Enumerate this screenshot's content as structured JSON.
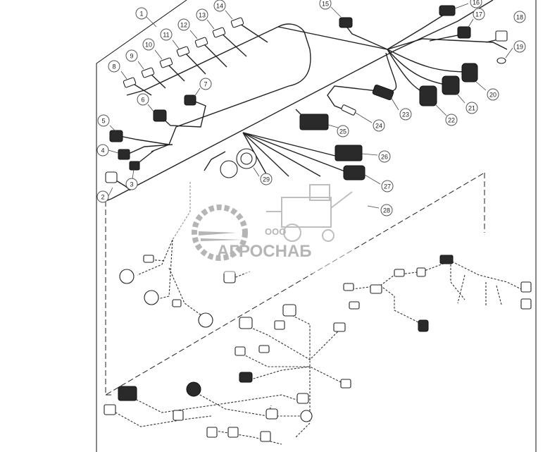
{
  "diagram": {
    "callouts": [
      {
        "label": "1"
      },
      {
        "label": "2"
      },
      {
        "label": "3"
      },
      {
        "label": "4"
      },
      {
        "label": "5"
      },
      {
        "label": "6"
      },
      {
        "label": "7"
      },
      {
        "label": "8"
      },
      {
        "label": "9"
      },
      {
        "label": "10"
      },
      {
        "label": "11"
      },
      {
        "label": "12"
      },
      {
        "label": "13"
      },
      {
        "label": "14"
      },
      {
        "label": "15"
      },
      {
        "label": "16"
      },
      {
        "label": "17"
      },
      {
        "label": "18"
      },
      {
        "label": "19"
      },
      {
        "label": "20"
      },
      {
        "label": "21"
      },
      {
        "label": "22"
      },
      {
        "label": "23"
      },
      {
        "label": "24"
      },
      {
        "label": "25"
      },
      {
        "label": "26"
      },
      {
        "label": "27"
      },
      {
        "label": "28"
      },
      {
        "label": "29"
      }
    ]
  },
  "watermark": {
    "prefix": "ООО",
    "brand": "АГРОСНАБ",
    "logo_icon": "gear-sunburst-icon",
    "illustration": "combine-harvester-icon",
    "color": "#7a7a7a"
  }
}
